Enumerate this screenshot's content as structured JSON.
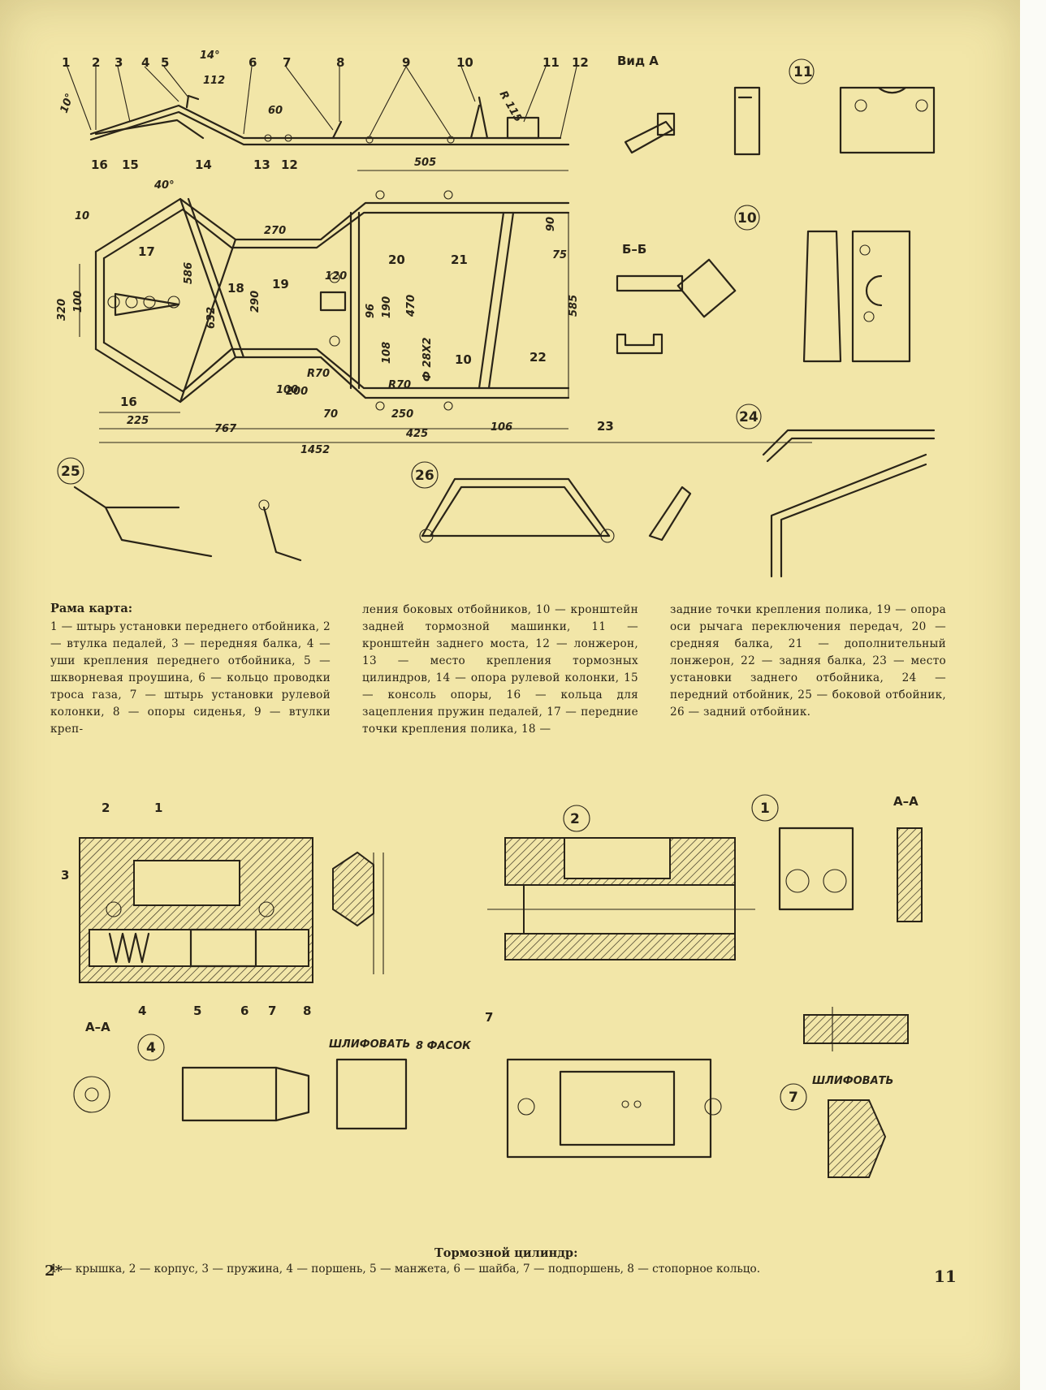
{
  "frame_caption": {
    "title": "Рама карта:",
    "col1": "1 — штырь установки переднего отбойника, 2 — втулка педалей, 3 — передняя балка, 4 — уши крепления переднего отбойника, 5 — шкворневая проушина, 6 — кольцо проводки троса газа, 7 — штырь установки рулевой колонки, 8 — опоры сиденья, 9 — втулки креп-",
    "col2": "ления боковых отбойников, 10 — кронштейн задней тормозной машинки, 11 — кронштейн заднего моста, 12 — лонжерон, 13 — место крепления тормозных цилиндров, 14 — опора рулевой колонки, 15 — консоль опоры, 16 — кольца для зацепления пружин педалей, 17 — передние точки крепления полика, 18 —",
    "col3": "задние точки крепления полика, 19 — опора оси рычага переключения передач, 20 — средняя балка, 21 — дополнительный лонжерон, 22 — задняя балка, 23 — место установки заднего отбойника, 24 — передний отбойник, 25 — боковой отбойник, 26 — задний отбойник."
  },
  "brake_caption": {
    "title": "Тормозной цилиндр:",
    "text": "1 — крышка, 2 — корпус, 3 — пружина, 4 — поршень, 5 — манжета, 6 — шайба, 7 — подпоршень, 8 — стопорное кольцо."
  },
  "page_number": "11",
  "signature_mark": "2*",
  "view_labels": {
    "vid_a": "Вид А",
    "b_b": "Б–Б",
    "a_a": "А–А",
    "a_a_2": "А–А",
    "shlifovat": "ШЛИФОВАТЬ",
    "shlifovat2": "ШЛИФОВАТЬ",
    "fasok": "8 ФАСОК"
  },
  "callouts_top": [
    "1",
    "2",
    "3",
    "4",
    "5",
    "6",
    "7",
    "8",
    "9",
    "10",
    "11",
    "12"
  ],
  "dims_frame": {
    "d505": "505",
    "d270": "270",
    "d10": "10",
    "d100": "100",
    "d586": "586",
    "d632": "632",
    "d290": "290",
    "d120": "120",
    "d96": "96",
    "d190": "190",
    "d470": "470",
    "d108": "108",
    "d585": "585",
    "d90": "90",
    "d75": "75",
    "d320": "320",
    "d225": "225",
    "d767": "767",
    "d1452": "1452",
    "d70": "70",
    "d250": "250",
    "d425": "425",
    "d106": "106",
    "d200": "200",
    "r70": "R70",
    "r70b": "R70",
    "phi28": "Ф 28Х2",
    "d60": "60",
    "d14": "14°",
    "d112": "112",
    "d10deg": "10°",
    "d40": "40°",
    "r115": "R 115"
  },
  "part_numbers": {
    "p11": "11",
    "p10": "10",
    "p24": "24",
    "p25": "25",
    "p26": "26",
    "p1": "1",
    "p2": "2",
    "p4": "4",
    "p7": "7"
  }
}
